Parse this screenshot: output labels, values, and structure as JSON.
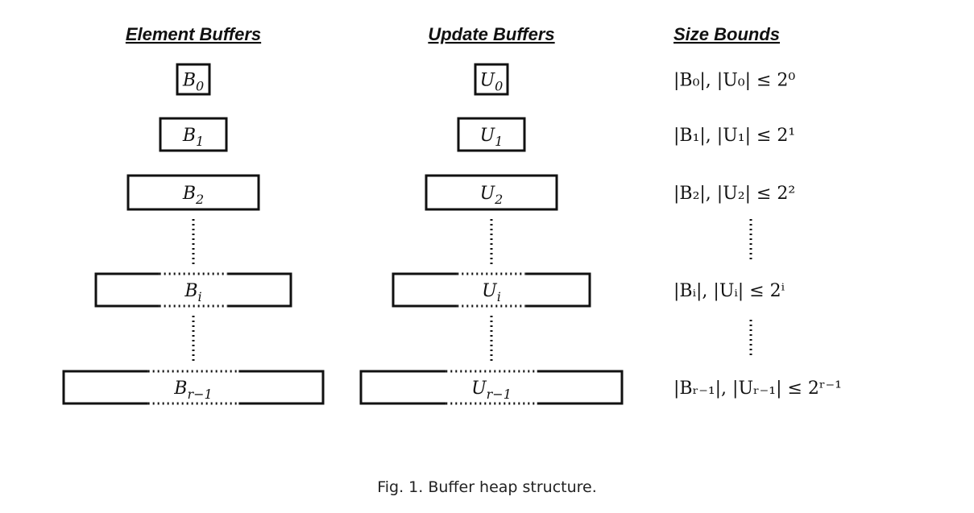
{
  "headers": {
    "element": "Element Buffers",
    "update": "Update Buffers",
    "bounds": "Size Bounds"
  },
  "levels": [
    {
      "b": "B",
      "b_sub": "0",
      "u": "U",
      "u_sub": "0",
      "bound": "|B₀|, |U₀| ≤ 2⁰",
      "open": false
    },
    {
      "b": "B",
      "b_sub": "1",
      "u": "U",
      "u_sub": "1",
      "bound": "|B₁|, |U₁| ≤ 2¹",
      "open": false
    },
    {
      "b": "B",
      "b_sub": "2",
      "u": "U",
      "u_sub": "2",
      "bound": "|B₂|, |U₂| ≤ 2²",
      "open": false
    },
    {
      "b": "B",
      "b_sub": "i",
      "u": "U",
      "u_sub": "i",
      "bound": "|Bᵢ|, |Uᵢ| ≤ 2ⁱ",
      "open": true
    },
    {
      "b": "B",
      "b_sub": "r−1",
      "u": "U",
      "u_sub": "r−1",
      "bound": "|Bᵣ₋₁|, |Uᵣ₋₁| ≤ 2ʳ⁻¹",
      "open": true
    }
  ],
  "caption": "Fig. 1.  Buffer heap structure."
}
